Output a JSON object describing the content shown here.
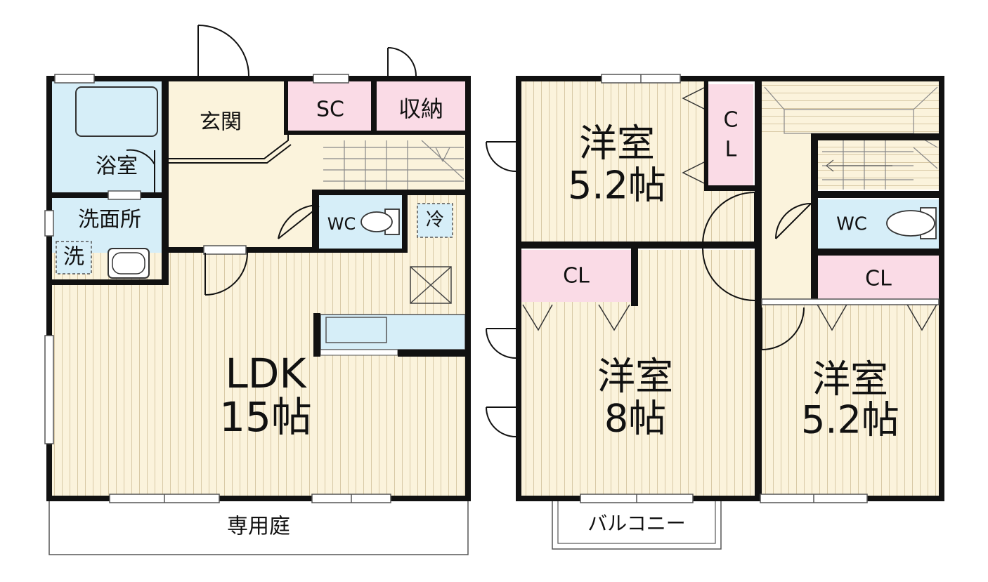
{
  "colors": {
    "wood": "#fbf3dc",
    "wood_line": "#d8c9a6",
    "water": "#d6eef8",
    "storage": "#fadbe6",
    "entry": "#fbf3dc",
    "wall": "#111111"
  },
  "floor1": {
    "bath": "浴室",
    "washroom": "洗面所",
    "washer": "洗",
    "entrance": "玄関",
    "shoe_closet": "SC",
    "storage": "収納",
    "wc": "WC",
    "fridge": "冷",
    "ldk_name": "LDK",
    "ldk_size": "15帖",
    "garden": "専用庭"
  },
  "floor2": {
    "room_a_name": "洋室",
    "room_a_size": "5.2帖",
    "closet_a_1": "C",
    "closet_a_2": "L",
    "closet_b": "CL",
    "room_b_name": "洋室",
    "room_b_size": "8帖",
    "wc": "WC",
    "closet_c": "CL",
    "room_c_name": "洋室",
    "room_c_size": "5.2帖",
    "balcony": "バルコニー"
  }
}
